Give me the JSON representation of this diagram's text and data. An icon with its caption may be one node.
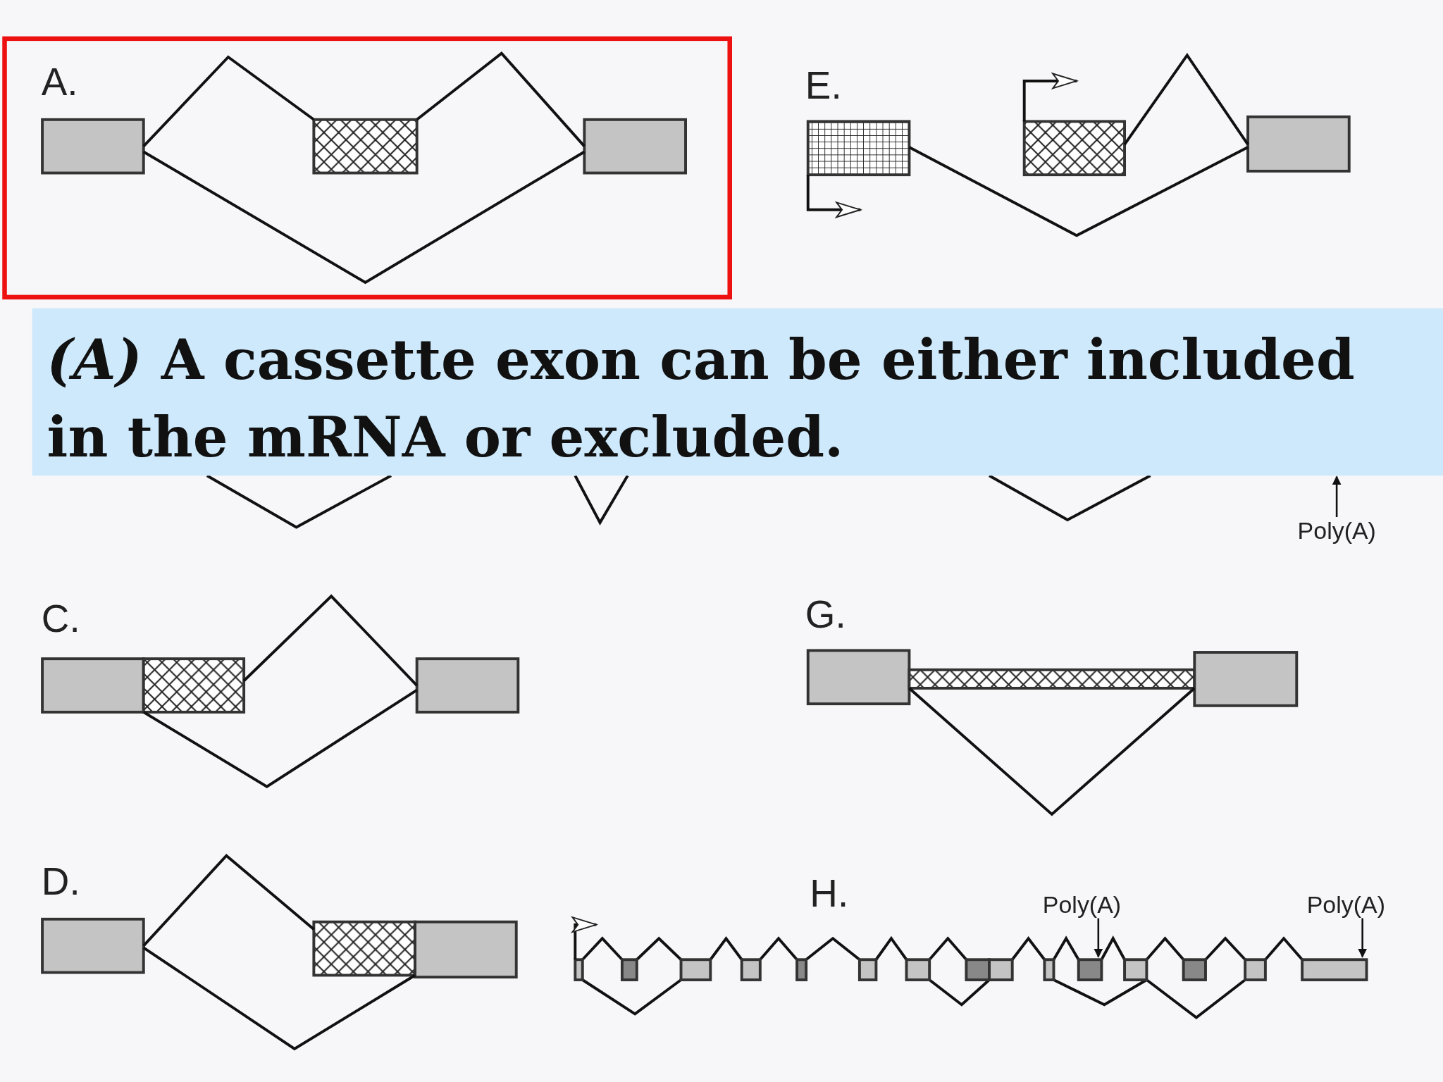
{
  "diagram": {
    "caption": "*(A)* A cassette exon can be either included in the mRNA or excluded.",
    "nodes": [
      {
        "text": [
          "Poly(A)"
        ]
      },
      {
        "text": [
          "Poly(A)"
        ]
      },
      {
        "text": [
          "Poly(A)"
        ]
      }
    ],
    "edges": [
      {
        "from": 0,
        "to": null,
        "arrow": "to"
      },
      {
        "from": 1,
        "to": null,
        "arrow": "to"
      },
      {
        "from": 2,
        "to": null,
        "arrow": "to"
      }
    ],
    "labels": [
      "A.",
      "E.",
      "C.",
      "G.",
      "D.",
      "H."
    ]
  }
}
